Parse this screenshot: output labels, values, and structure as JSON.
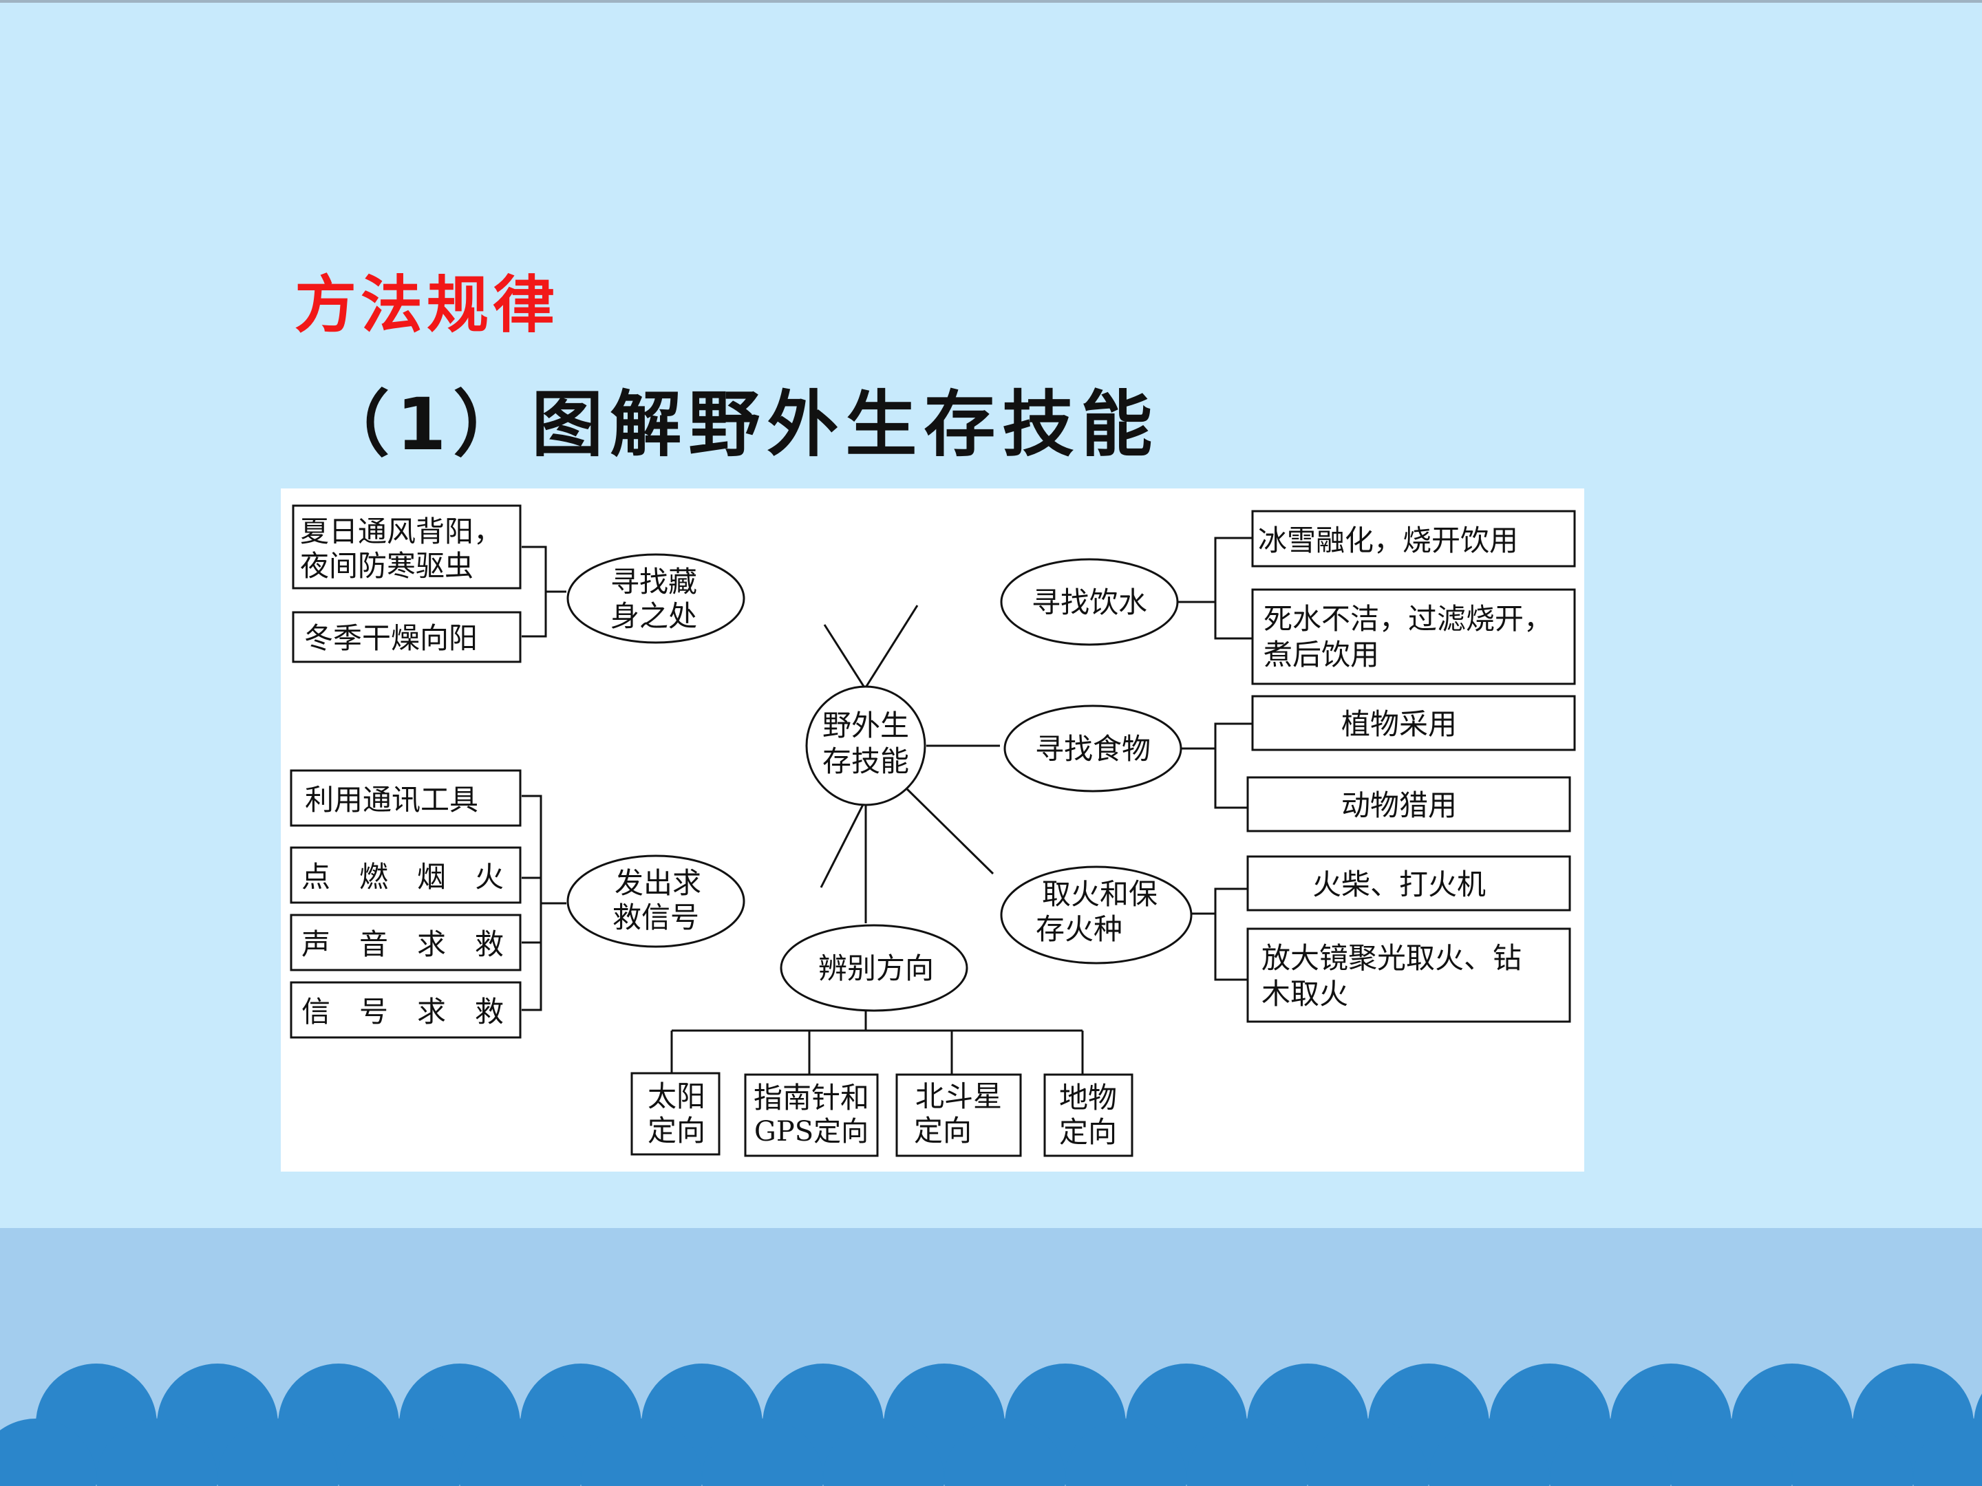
{
  "slide": {
    "section_heading": "方法规律",
    "title": "（1）图解野外生存技能"
  },
  "colors": {
    "background": "#c8eafc",
    "band": "#a3cdee",
    "scallop": "#2b86cb",
    "heading": "#f21818"
  },
  "diagram": {
    "center": [
      "野外生",
      "存技能"
    ],
    "shelter": {
      "label": [
        "寻找藏",
        "身之处"
      ],
      "items": [
        [
          "夏日通风背阳，",
          "夜间防寒驱虫"
        ],
        [
          "冬季干燥向阳"
        ]
      ]
    },
    "water": {
      "label": [
        "寻找饮水"
      ],
      "items": [
        [
          "冰雪融化，烧开饮用"
        ],
        [
          "死水不洁，过滤烧开，",
          "煮后饮用"
        ]
      ]
    },
    "food": {
      "label": [
        "寻找食物"
      ],
      "items": [
        [
          "植物采用"
        ],
        [
          "动物猎用"
        ]
      ]
    },
    "fire": {
      "label": [
        "取火和保",
        "存火种"
      ],
      "items": [
        [
          "火柴、打火机"
        ],
        [
          "放大镜聚光取火、钻",
          "木取火"
        ]
      ]
    },
    "signal": {
      "label": [
        "发出求",
        "救信号"
      ],
      "items": [
        [
          "利用通讯工具"
        ],
        [
          "点　燃　烟　火"
        ],
        [
          "声　音　求　救"
        ],
        [
          "信　号　求　救"
        ]
      ]
    },
    "direction": {
      "label": [
        "辨别方向"
      ],
      "items": [
        [
          "太阳",
          "定向"
        ],
        [
          "指南针和",
          "GPS定向"
        ],
        [
          "北斗星",
          "定向"
        ],
        [
          "地物",
          "定向"
        ]
      ]
    }
  }
}
